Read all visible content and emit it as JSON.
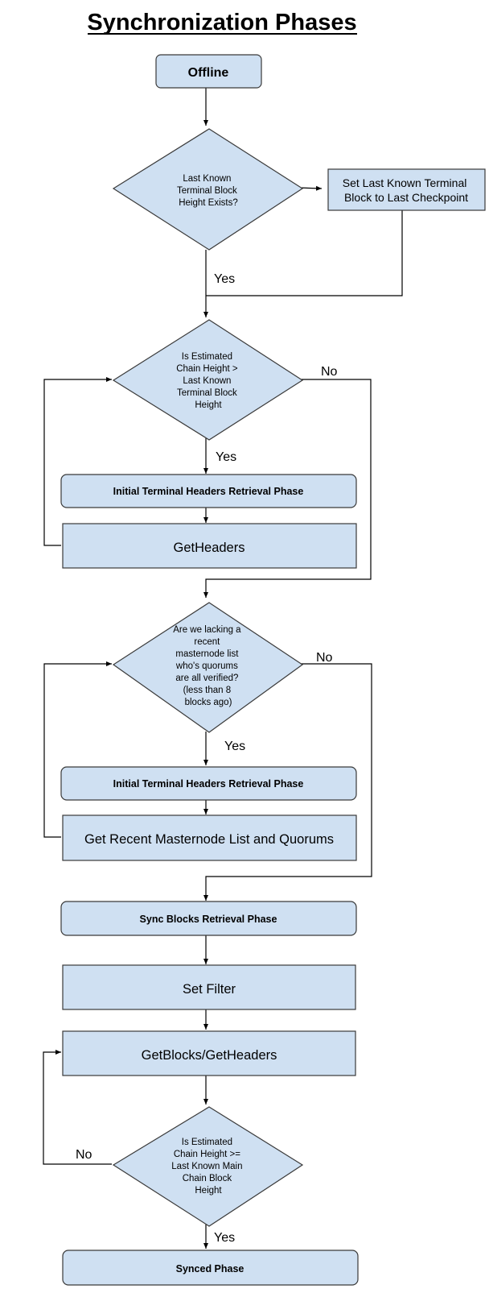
{
  "title": "Synchronization Phases",
  "colors": {
    "node_fill": "#cfe0f2",
    "node_stroke": "#3a3a3a",
    "line": "#000000"
  },
  "nodes": {
    "offline": "Offline",
    "decision_terminal_exists": [
      "Last Known",
      "Terminal Block",
      "Height Exists?"
    ],
    "set_checkpoint": [
      "Set Last Known Terminal",
      "Block to Last Checkpoint"
    ],
    "decision_chain_height": [
      "Is Estimated",
      "Chain Height >",
      "Last Known",
      "Terminal Block",
      "Height"
    ],
    "phase_initial_headers_1": "Initial Terminal Headers Retrieval Phase",
    "get_headers": "GetHeaders",
    "decision_masternode": [
      "Are we lacking a",
      "recent",
      "masternode list",
      "who's quorums",
      "are all verified?",
      "(less than 8",
      "blocks ago)"
    ],
    "phase_initial_headers_2": "Initial Terminal Headers Retrieval Phase",
    "get_masternode_list": "Get Recent Masternode List and Quorums",
    "phase_sync_blocks": "Sync Blocks Retrieval Phase",
    "set_filter": "Set Filter",
    "get_blocks": "GetBlocks/GetHeaders",
    "decision_main_chain": [
      "Is Estimated",
      "Chain Height >=",
      "Last Known Main",
      "Chain Block",
      "Height"
    ],
    "phase_synced": "Synced Phase"
  },
  "edge_labels": {
    "yes_1": "Yes",
    "no_1": "No",
    "yes_2": "Yes",
    "no_2": "No",
    "yes_3": "Yes",
    "no_3": "No",
    "yes_4": "Yes"
  }
}
